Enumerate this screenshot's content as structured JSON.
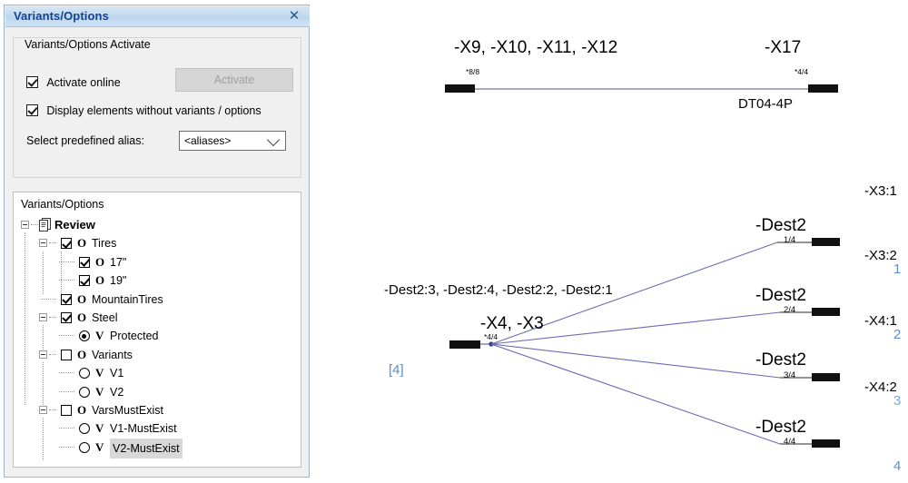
{
  "dialog": {
    "title": "Variants/Options",
    "close_icon": "close-icon",
    "group": {
      "legend": "Variants/Options Activate",
      "activate_online": {
        "label": "Activate online",
        "checked": true
      },
      "display_elements": {
        "label": "Display elements without variants / options",
        "checked": true
      },
      "activate_button": {
        "label": "Activate",
        "disabled": true
      },
      "alias_label": "Select predefined alias:",
      "alias_value": "<aliases>",
      "alias_chevron": "chevron-down-icon"
    },
    "tree": {
      "caption": "Variants/Options",
      "nodes": [
        {
          "label": "Review",
          "depth": 0,
          "kind": "root",
          "mark": "",
          "expander": "minus"
        },
        {
          "label": "Tires",
          "depth": 1,
          "kind": "checkbox",
          "mark": "O",
          "checked": true,
          "expander": "minus"
        },
        {
          "label": "17\"",
          "depth": 2,
          "kind": "checkbox",
          "mark": "O",
          "checked": true,
          "expander": ""
        },
        {
          "label": "19\"",
          "depth": 2,
          "kind": "checkbox",
          "mark": "O",
          "checked": true,
          "expander": ""
        },
        {
          "label": "MountainTires",
          "depth": 1,
          "kind": "checkbox",
          "mark": "O",
          "checked": true,
          "expander": ""
        },
        {
          "label": "Steel",
          "depth": 1,
          "kind": "checkbox",
          "mark": "O",
          "checked": true,
          "expander": "minus"
        },
        {
          "label": "Protected",
          "depth": 2,
          "kind": "radio",
          "mark": "V",
          "checked": true,
          "expander": ""
        },
        {
          "label": "Variants",
          "depth": 1,
          "kind": "checkbox",
          "mark": "O",
          "checked": false,
          "expander": "minus"
        },
        {
          "label": "V1",
          "depth": 2,
          "kind": "radio",
          "mark": "V",
          "checked": false,
          "expander": ""
        },
        {
          "label": "V2",
          "depth": 2,
          "kind": "radio",
          "mark": "V",
          "checked": false,
          "expander": ""
        },
        {
          "label": "VarsMustExist",
          "depth": 1,
          "kind": "checkbox",
          "mark": "O",
          "checked": false,
          "expander": "minus"
        },
        {
          "label": "V1-MustExist",
          "depth": 2,
          "kind": "radio",
          "mark": "V",
          "checked": false,
          "expander": ""
        },
        {
          "label": "V2-MustExist",
          "depth": 2,
          "kind": "radio",
          "mark": "V",
          "checked": false,
          "expander": "",
          "selected": true
        }
      ]
    }
  },
  "diagram": {
    "top_connection": {
      "left_label": "-X9, -X10, -X11, -X12",
      "left_pins": "*8/8",
      "right_label": "-X17",
      "right_pins": "*4/4",
      "right_type": "DT04-4P"
    },
    "fan": {
      "source_label": "-X4, -X3",
      "source_pins": "*4/4",
      "source_dests": "-Dest2:3, -Dest2:4, -Dest2:2, -Dest2:1",
      "source_count": "[4]",
      "branches": [
        {
          "label": "-Dest2",
          "pin": "1/4"
        },
        {
          "label": "-Dest2",
          "pin": "2/4"
        },
        {
          "label": "-Dest2",
          "pin": "3/4"
        },
        {
          "label": "-Dest2",
          "pin": "4/4"
        }
      ]
    },
    "right_column": [
      {
        "name": "-X3:1",
        "num": ""
      },
      {
        "name": "-X3:2",
        "num": "1"
      },
      {
        "name": "-X4:1",
        "num": "2"
      },
      {
        "name": "-X4:2",
        "num": "3"
      },
      {
        "name": "",
        "num": "4"
      }
    ]
  },
  "colors": {
    "title_text": "#15428b",
    "wire": "#6b6bb5",
    "terminal": "#1a1a1a",
    "accent_blue": "#5b8fd0"
  }
}
